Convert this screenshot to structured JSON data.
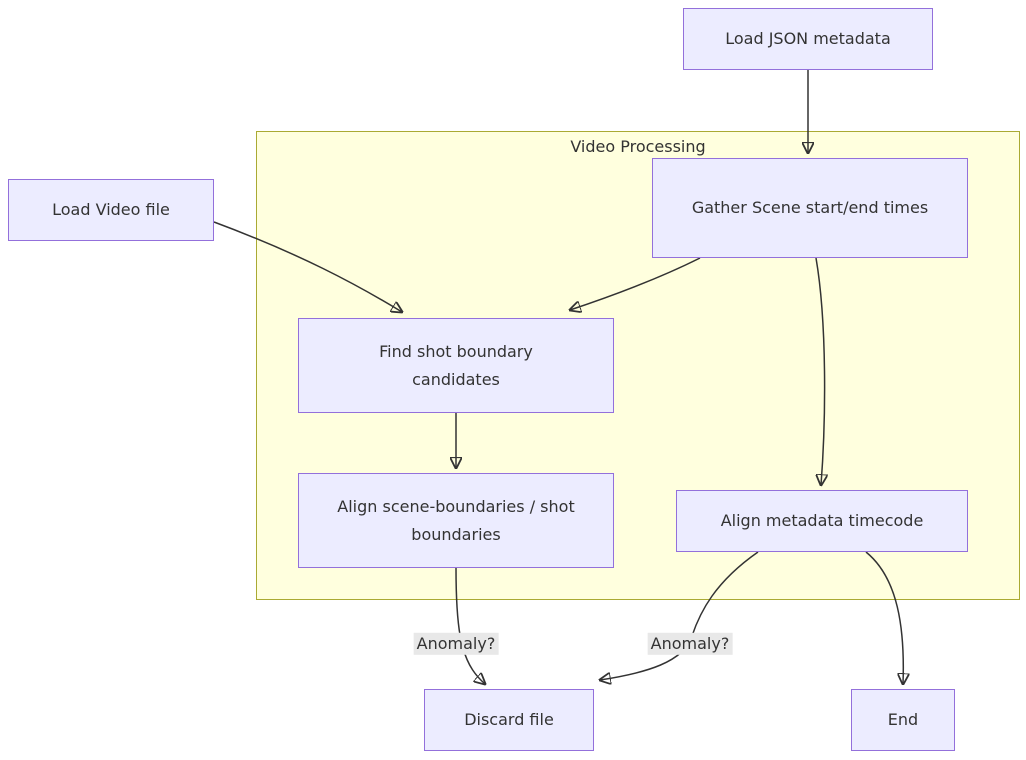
{
  "diagram": {
    "subgraph_title": "Video Processing",
    "nodes": {
      "load_json": {
        "label": "Load JSON metadata"
      },
      "load_video": {
        "label": "Load Video file"
      },
      "gather_scene": {
        "label": "Gather Scene start/end times"
      },
      "find_shot": {
        "label": "Find shot boundary candidates"
      },
      "align_scene": {
        "label": "Align scene-boundaries / shot boundaries"
      },
      "align_metadata": {
        "label": "Align metadata timecode"
      },
      "discard": {
        "label": "Discard file"
      },
      "end": {
        "label": "End"
      }
    },
    "edge_labels": {
      "anomaly_shot": "Anomaly?",
      "anomaly_metadata": "Anomaly?"
    },
    "colors": {
      "node_fill": "#ECECFF",
      "node_border": "#9370DB",
      "subgraph_fill": "#FFFFDE",
      "subgraph_border": "#AAAA33",
      "edge_stroke": "#333333",
      "edge_label_bg": "#E8E8E8",
      "text": "#333333"
    }
  }
}
